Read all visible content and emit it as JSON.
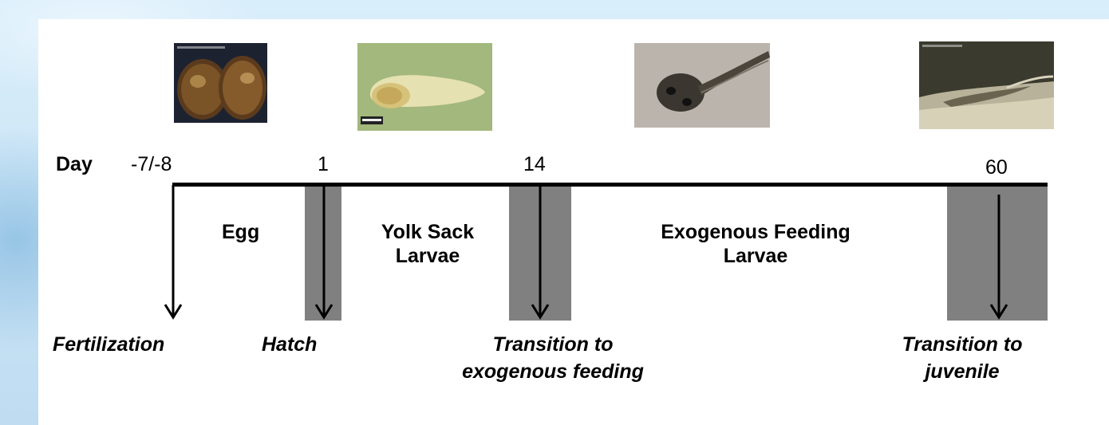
{
  "timeline": {
    "day_label": "Day",
    "ticks": [
      "-7/-8",
      "1",
      "14",
      "60"
    ]
  },
  "stages": {
    "egg": "Egg",
    "yolk_sack": [
      "Yolk Sack",
      "Larvae"
    ],
    "exogenous": [
      "Exogenous Feeding",
      "Larvae"
    ]
  },
  "events": {
    "fertilization": "Fertilization",
    "hatch": "Hatch",
    "transition_feeding": [
      "Transition to",
      "exogenous feeding"
    ],
    "transition_juvenile": [
      "Transition to",
      "juvenile"
    ]
  },
  "colors": {
    "band": "#808080",
    "line": "#000000",
    "background": "#cfe6f6"
  }
}
